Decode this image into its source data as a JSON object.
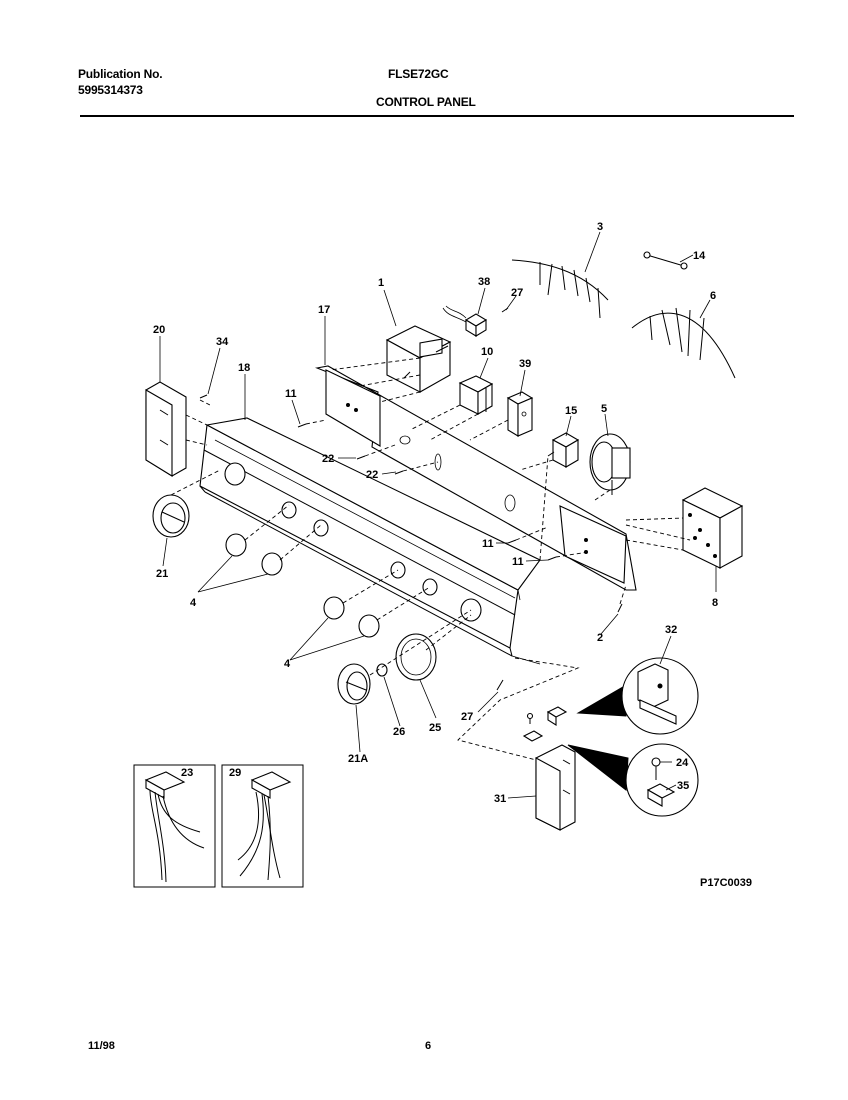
{
  "header": {
    "publication_label": "Publication No.",
    "publication_number": "5995314373",
    "model": "FLSE72GC",
    "section_title": "CONTROL PANEL"
  },
  "diagram": {
    "callouts": [
      "1",
      "2",
      "3",
      "4",
      "4",
      "5",
      "6",
      "8",
      "10",
      "11",
      "11",
      "11",
      "14",
      "15",
      "17",
      "18",
      "20",
      "21",
      "21A",
      "22",
      "22",
      "23",
      "24",
      "25",
      "26",
      "27",
      "27",
      "29",
      "31",
      "32",
      "34",
      "35",
      "38",
      "39"
    ],
    "drawing_code": "P17C0039"
  },
  "footer": {
    "date": "11/98",
    "page_number": "6"
  }
}
